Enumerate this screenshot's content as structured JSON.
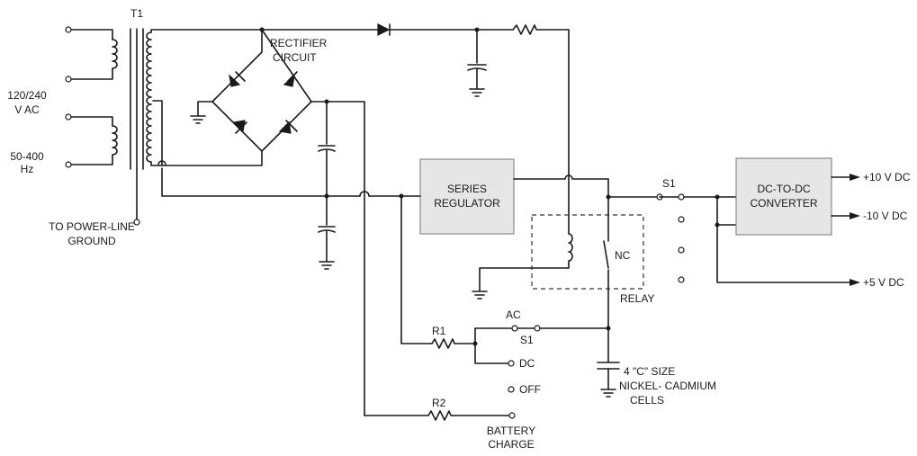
{
  "labels": {
    "transformer": "T1",
    "input_voltage_line1": "120/240",
    "input_voltage_line2": "V AC",
    "frequency_line1": "50-400",
    "frequency_line2": "Hz",
    "ground_line1": "TO POWER-LINE",
    "ground_line2": "GROUND",
    "rectifier_line1": "RECTIFIER",
    "rectifier_line2": "CIRCUIT",
    "series_reg_line1": "SERIES",
    "series_reg_line2": "REGULATOR",
    "relay": "RELAY",
    "relay_contact": "NC",
    "switch_s1_top": "S1",
    "switch_s1_bottom": "S1",
    "switch_ac": "AC",
    "switch_dc": "DC",
    "switch_off": "OFF",
    "resistor_r1": "R1",
    "resistor_r2": "R2",
    "battery_charge_line1": "BATTERY",
    "battery_charge_line2": "CHARGE",
    "battery_line1": "4 \"C\" SIZE",
    "battery_line2": "NICKEL- CADMIUM",
    "battery_line3": "CELLS",
    "converter_line1": "DC-TO-DC",
    "converter_line2": "CONVERTER",
    "output_plus10": "+10 V DC",
    "output_minus10": "-10 V DC",
    "output_plus5": "+5 V DC"
  }
}
